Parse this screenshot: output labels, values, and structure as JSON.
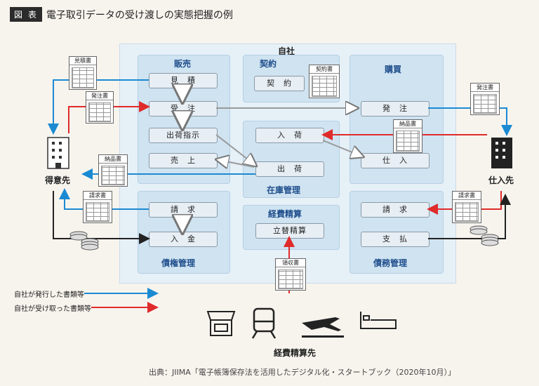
{
  "figure": {
    "tag": "図 表",
    "title": "電子取引データの受け渡しの実態把握の例"
  },
  "company": {
    "label": "自社"
  },
  "panels": {
    "sales": {
      "title": "販売",
      "items": [
        "見　積",
        "受　注",
        "出荷指示",
        "売　上"
      ]
    },
    "contract": {
      "title": "契約",
      "items": [
        "契　約"
      ]
    },
    "purchase": {
      "title": "購買",
      "items": [
        "発　注",
        "仕　入"
      ]
    },
    "inventory": {
      "title": "在庫管理",
      "items": [
        "入　荷",
        "出　荷"
      ]
    },
    "expense": {
      "title": "経費精算",
      "items": [
        "立替精算"
      ]
    },
    "receivable": {
      "title": "債権管理",
      "items": [
        "請　求",
        "入　金"
      ]
    },
    "payable": {
      "title": "債務管理",
      "items": [
        "請　求",
        "支　払"
      ]
    }
  },
  "documents": {
    "quote": "見積書",
    "order_in": "発注書",
    "delivery_out": "納品書",
    "invoice_out": "請求書",
    "contract_doc": "契約書",
    "order_out": "発注書",
    "delivery_in": "納品書",
    "invoice_in": "請求書",
    "receipt": "領収書"
  },
  "parties": {
    "customer": "得意先",
    "supplier": "仕入先",
    "expense_partners": "経費精算先"
  },
  "legend": {
    "issued": {
      "label": "自社が発行した書類等",
      "color": "#1b8ad3"
    },
    "received": {
      "label": "自社が受け取った書類等",
      "color": "#e02b2b"
    }
  },
  "source": "出典：JIIMA「電子帳簿保存法を活用したデジタル化・スタートブック（2020年10月）」"
}
